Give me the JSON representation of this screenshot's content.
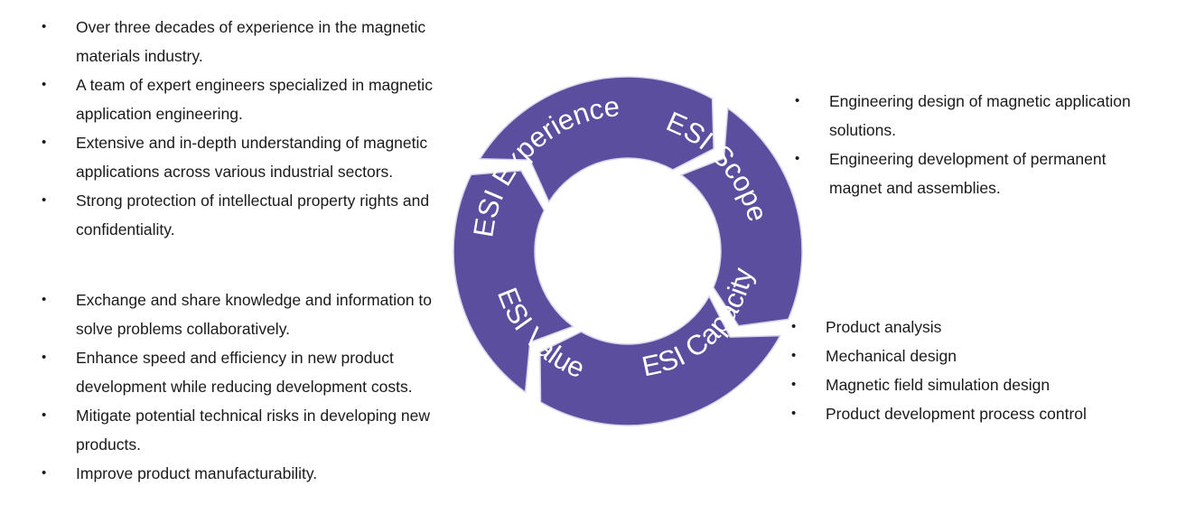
{
  "experience": {
    "label": "ESI Experience",
    "items": [
      "Over three decades of experience in the magnetic materials industry.",
      "A team of expert engineers specialized in magnetic application engineering.",
      "Extensive and in-depth understanding of magnetic applications across various industrial sectors.",
      "Strong protection of intellectual property rights and confidentiality."
    ]
  },
  "scope": {
    "label": "ESI Scope",
    "items": [
      "Engineering design of magnetic application solutions.",
      "Engineering development of permanent magnet and assemblies."
    ]
  },
  "capacity": {
    "label": "ESI Capacity",
    "items": [
      "Product analysis",
      "Mechanical design",
      "Magnetic field simulation design",
      "Product development process control"
    ]
  },
  "value": {
    "label": "ESI Value",
    "items": [
      "Exchange and share knowledge and information to solve problems collaboratively.",
      "Enhance speed and efficiency in new product development while reducing development costs.",
      "Mitigate potential technical risks in developing new products.",
      "Improve product manufacturability."
    ]
  },
  "colors": {
    "segment": "#5b4e9e",
    "outline": "#d9d4ea"
  }
}
